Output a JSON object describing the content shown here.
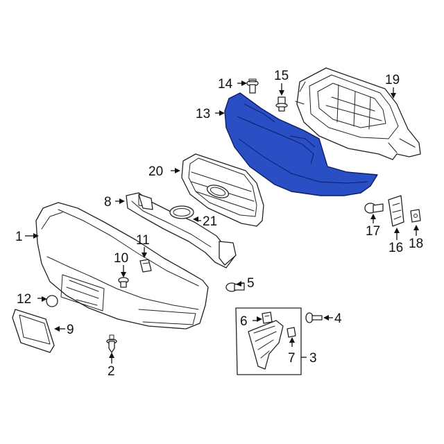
{
  "colors": {
    "highlight_fill": "#2a4fc4",
    "highlight_stroke": "#0d1d66",
    "line": "#222222"
  },
  "callouts": [
    {
      "id": "1",
      "label": "1"
    },
    {
      "id": "2",
      "label": "2"
    },
    {
      "id": "3",
      "label": "3"
    },
    {
      "id": "4",
      "label": "4"
    },
    {
      "id": "5",
      "label": "5"
    },
    {
      "id": "6",
      "label": "6"
    },
    {
      "id": "7",
      "label": "7"
    },
    {
      "id": "8",
      "label": "8"
    },
    {
      "id": "9",
      "label": "9"
    },
    {
      "id": "10",
      "label": "10"
    },
    {
      "id": "11",
      "label": "11"
    },
    {
      "id": "12",
      "label": "12"
    },
    {
      "id": "13",
      "label": "13"
    },
    {
      "id": "14",
      "label": "14"
    },
    {
      "id": "15",
      "label": "15"
    },
    {
      "id": "16",
      "label": "16"
    },
    {
      "id": "17",
      "label": "17"
    },
    {
      "id": "18",
      "label": "18"
    },
    {
      "id": "19",
      "label": "19"
    },
    {
      "id": "20",
      "label": "20"
    },
    {
      "id": "21",
      "label": "21"
    }
  ],
  "highlighted_part": "13"
}
